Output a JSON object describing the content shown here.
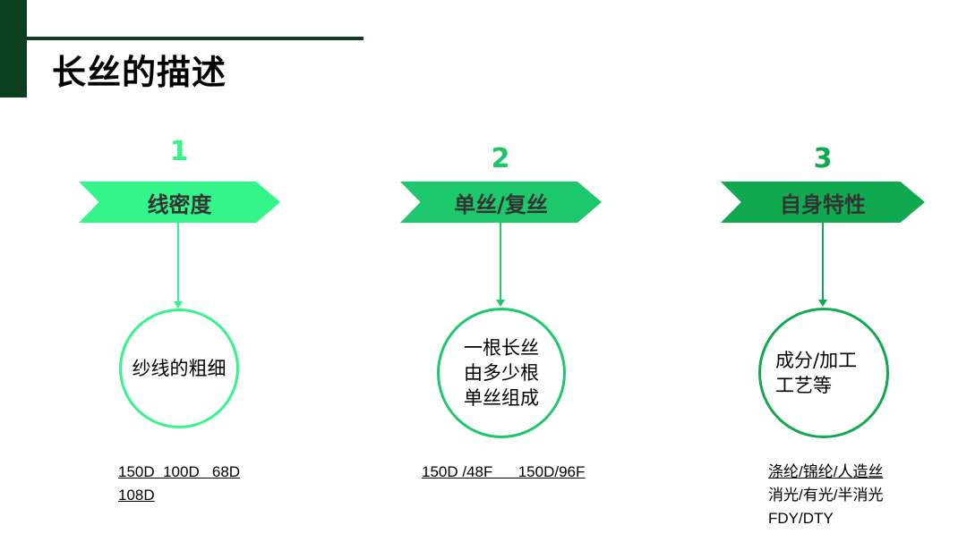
{
  "title": "长丝的描述",
  "colors": {
    "dark": "#0c3f1f",
    "step1": "#33f58a",
    "step2": "#1dc86c",
    "step3": "#10a94f"
  },
  "steps": [
    {
      "number": "1",
      "label": "线密度",
      "circle": [
        "纱线的粗细"
      ],
      "notes": [
        "150D  100D   68D",
        "108D"
      ]
    },
    {
      "number": "2",
      "label": "单丝/复丝",
      "circle": [
        "一根长丝",
        "由多少根",
        "单丝组成"
      ],
      "notes": [
        "150D /48F      150D/96F"
      ]
    },
    {
      "number": "3",
      "label": "自身特性",
      "circle": [
        "成分/加工",
        "工艺等"
      ],
      "notes": [
        "涤纶/锦纶/人造丝",
        "消光/有光/半消光",
        "FDY/DTY"
      ]
    }
  ]
}
